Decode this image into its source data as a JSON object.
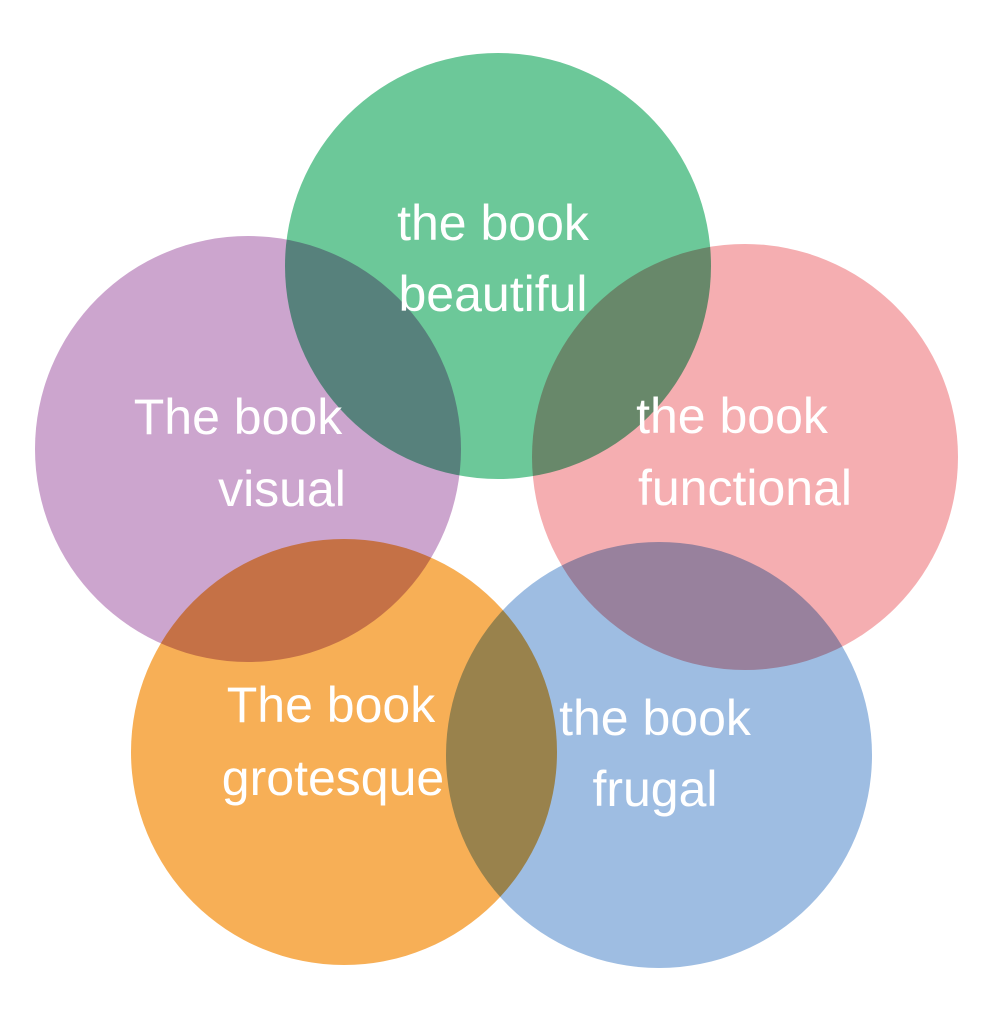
{
  "diagram": {
    "circles": [
      {
        "id": "beautiful",
        "color": "#6cc899",
        "line1": "the book",
        "line2": "beautiful"
      },
      {
        "id": "functional",
        "color": "#f5aeb1",
        "line1": "the book",
        "line2": "functional"
      },
      {
        "id": "frugal",
        "color": "#9ebde2",
        "line1": "the  book",
        "line2": "frugal"
      },
      {
        "id": "grotesque",
        "color": "#f7af56",
        "line1": "The book",
        "line2": "grotesque"
      },
      {
        "id": "visual",
        "color": "#cca5ce",
        "line1": "The book",
        "line2": "visual"
      }
    ]
  }
}
